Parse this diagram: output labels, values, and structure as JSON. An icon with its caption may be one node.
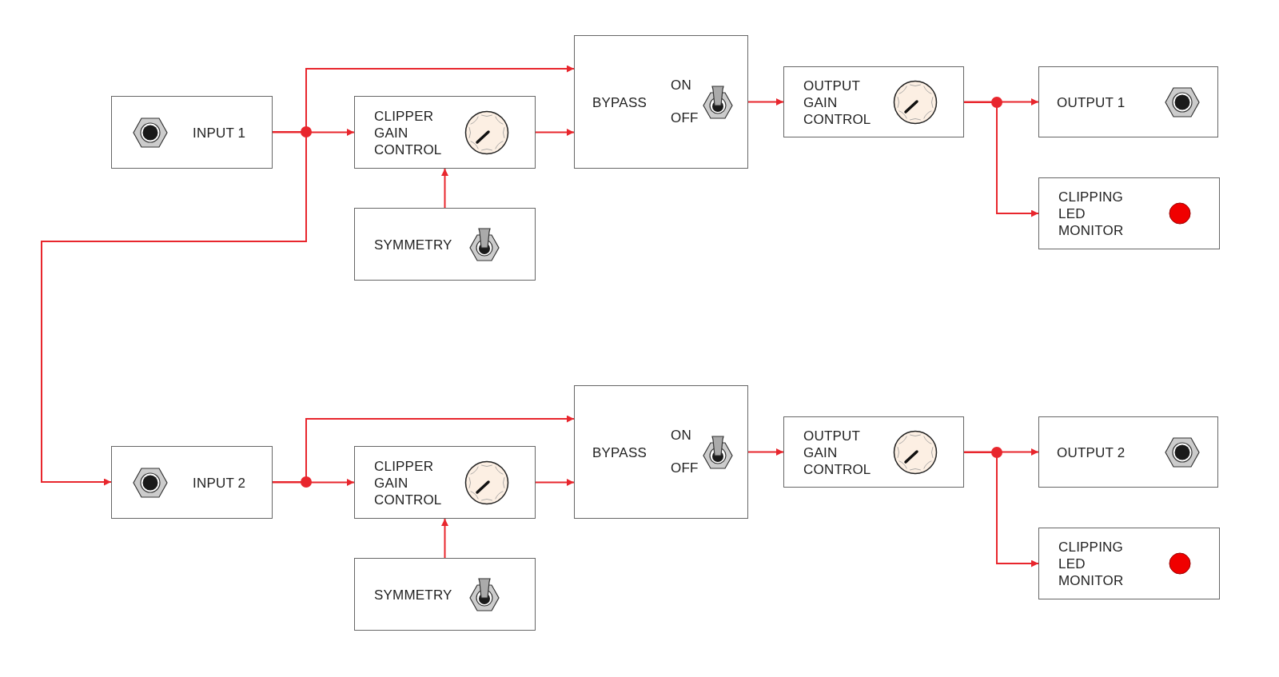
{
  "diagram": {
    "nodes": [
      {
        "text": [
          "INPUT 1"
        ]
      },
      {
        "text": [
          "CLIPPER GAIN CONTROL"
        ]
      },
      {
        "text": [
          "SYMMETRY"
        ]
      },
      {
        "text": [
          "BYPASS",
          "ON",
          "OFF"
        ]
      },
      {
        "text": [
          "OUTPUT GAIN CONTROL"
        ]
      },
      {
        "text": [
          "OUTPUT 1"
        ]
      },
      {
        "text": [
          "CLIPPING LED MONITOR"
        ]
      },
      {
        "text": [
          "INPUT 2"
        ]
      },
      {
        "text": [
          "CLIPPER GAIN CONTROL"
        ]
      },
      {
        "text": [
          "SYMMETRY"
        ]
      },
      {
        "text": [
          "BYPASS",
          "ON",
          "OFF"
        ]
      },
      {
        "text": [
          "OUTPUT GAIN CONTROL"
        ]
      },
      {
        "text": [
          "OUTPUT 2"
        ]
      },
      {
        "text": [
          "CLIPPING LED MONITOR"
        ]
      }
    ],
    "edges": [
      {
        "from": 0,
        "to": 1,
        "arrow": "to"
      },
      {
        "from": 0,
        "to": 3,
        "arrow": "to"
      },
      {
        "from": 0,
        "to": 7,
        "arrow": "to"
      },
      {
        "from": 2,
        "to": 1,
        "arrow": "to"
      },
      {
        "from": 1,
        "to": 3,
        "arrow": "to"
      },
      {
        "from": 3,
        "to": 4,
        "arrow": "to"
      },
      {
        "from": 4,
        "to": 5,
        "arrow": "to"
      },
      {
        "from": 4,
        "to": 6,
        "arrow": "to"
      },
      {
        "from": 7,
        "to": 8,
        "arrow": "to"
      },
      {
        "from": 7,
        "to": 10,
        "arrow": "to"
      },
      {
        "from": 9,
        "to": 8,
        "arrow": "to"
      },
      {
        "from": 8,
        "to": 10,
        "arrow": "to"
      },
      {
        "from": 10,
        "to": 11,
        "arrow": "to"
      },
      {
        "from": 11,
        "to": 12,
        "arrow": "to"
      },
      {
        "from": 11,
        "to": 13,
        "arrow": "to"
      }
    ]
  }
}
